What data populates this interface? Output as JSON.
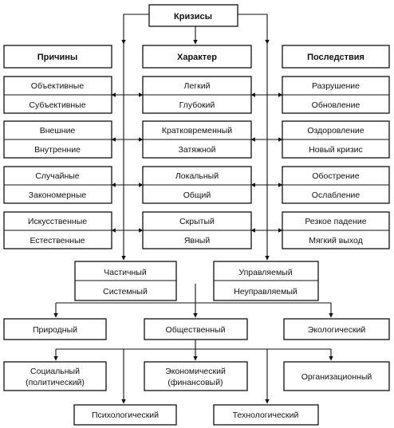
{
  "title": "Кризисы",
  "headers": {
    "causes": "Причины",
    "character": "Характер",
    "consequences": "Последствия"
  },
  "causes_rows": [
    [
      "Объективные",
      "Субъективные"
    ],
    [
      "Внешние",
      "Внутренние"
    ],
    [
      "Случайные",
      "Закономерные"
    ],
    [
      "Искусственные",
      "Естественные"
    ]
  ],
  "character_rows": [
    [
      "Легкий",
      "Глубокий"
    ],
    [
      "Кратковременный",
      "Затяжной"
    ],
    [
      "Локальный",
      "Общий"
    ],
    [
      "Скрытый",
      "Явный"
    ]
  ],
  "consequences_rows": [
    [
      "Разрушение",
      "Обновление"
    ],
    [
      "Оздоровление",
      "Новый кризис"
    ],
    [
      "Обострение",
      "Ослабление"
    ],
    [
      "Резкое падение",
      "Мягкий выход"
    ]
  ],
  "scope": [
    "Частичный",
    "Системный"
  ],
  "control": [
    "Управляемый",
    "Неуправляемый"
  ],
  "origin": [
    "Природный",
    "Общественный",
    "Экологический"
  ],
  "social_types": [
    "Социальный",
    "(политический)",
    "Экономический",
    "(финансовый)",
    "Организационный"
  ],
  "bottom_types": [
    "Психологический",
    "Технологический"
  ]
}
